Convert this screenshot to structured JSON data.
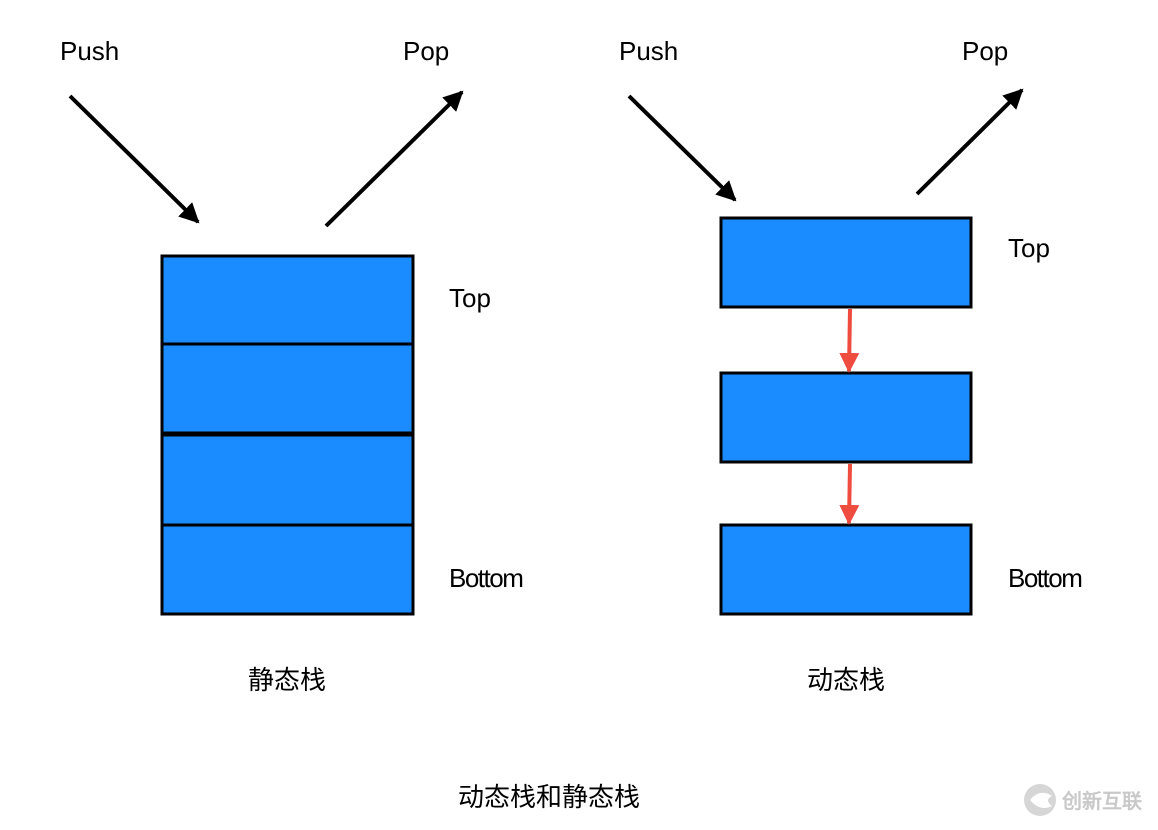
{
  "static_stack": {
    "push_label": "Push",
    "pop_label": "Pop",
    "top_label": "Top",
    "bottom_label": "Bottom",
    "caption": "静态栈",
    "block_count": 4
  },
  "dynamic_stack": {
    "push_label": "Push",
    "pop_label": "Pop",
    "top_label": "Top",
    "bottom_label": "Bottom",
    "caption": "动态栈",
    "node_count": 3
  },
  "figure_caption": "动态栈和静态栈",
  "watermark": "创新互联",
  "colors": {
    "block_fill": "#1a8cff",
    "block_stroke": "#000000",
    "arrow": "#000000",
    "link_arrow": "#ef4b3f"
  }
}
